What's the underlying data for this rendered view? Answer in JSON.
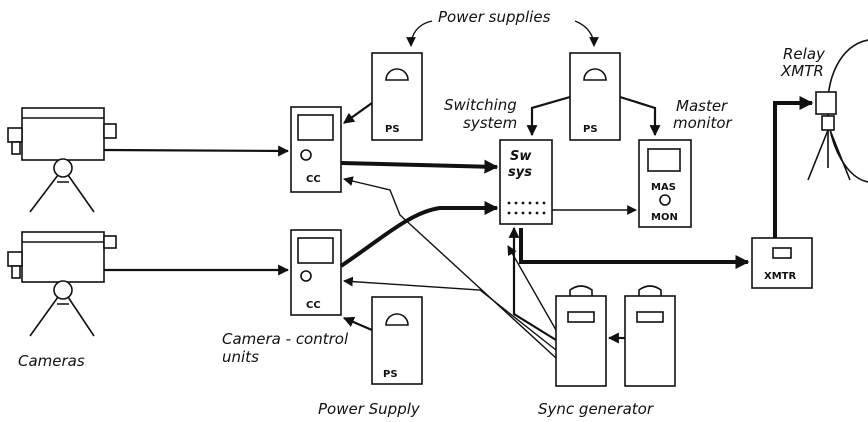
{
  "labels": {
    "power_supplies": "Power supplies",
    "switching_system_1": "Switching",
    "switching_system_2": "system",
    "master_monitor_1": "Master",
    "master_monitor_2": "monitor",
    "relay_xmtr_1": "Relay",
    "relay_xmtr_2": "XMTR",
    "cameras": "Cameras",
    "camera_control_1": "Camera - control",
    "camera_control_2": "units",
    "power_supply": "Power  Supply",
    "sync_generator": "Sync  generator"
  },
  "boxes": {
    "ps": "PS",
    "cc": "CC",
    "sw_1": "Sw",
    "sw_2": "sys",
    "mas": "MAS",
    "mon": "MON",
    "xmtr": "XMTR"
  },
  "icons": [
    "tv-camera-icon",
    "tripod-icon",
    "meter-icon",
    "relay-antenna-icon"
  ]
}
